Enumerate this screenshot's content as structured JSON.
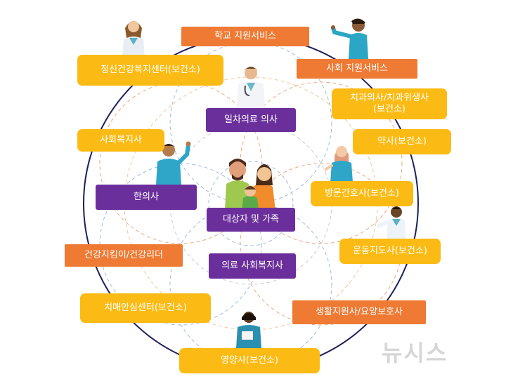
{
  "center": {
    "label": "대상자 및 가족"
  },
  "inner": {
    "primary_doctor": "일차의료 의사",
    "oriental_doctor": "한의사",
    "medical_social_worker": "의료 사회복지사"
  },
  "outer": {
    "school_support": "학교 지원서비스",
    "social_support": "사회 지원서비스",
    "mental_center": "정신건강복지센터(보건소)",
    "dentist": "치과의사/치과위생사\n(보건소)",
    "pharmacist": "약사(보건소)",
    "social_worker": "사회복지사",
    "visiting_nurse": "방문간호사(보건소)",
    "exercise_coach": "운동지도사(보건소)",
    "health_leader": "건강지킴이/건강리더",
    "dementia_center": "치매안심센터(보건소)",
    "care_worker": "생활지원사/요양보호사",
    "nutritionist": "영양사(보건소)"
  },
  "watermark": "뉴시스",
  "colors": {
    "orange": "#ee7a34",
    "yellow": "#fbbb14",
    "purple": "#6b2f9c",
    "ring": "#1f1f5c"
  }
}
